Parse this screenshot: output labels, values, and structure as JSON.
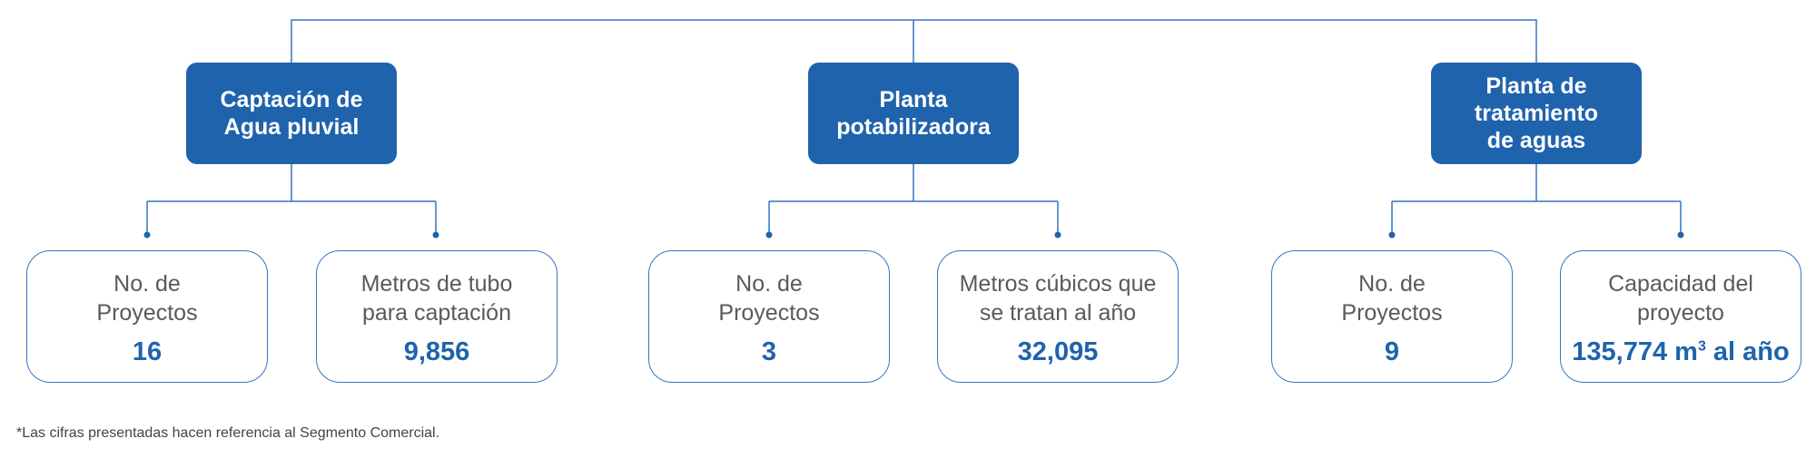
{
  "colors": {
    "primary": "#1f63ad",
    "line": "#3576c2",
    "label_text": "#5a5a5a"
  },
  "categories": [
    {
      "title": "Captación de\nAgua pluvial",
      "metrics": [
        {
          "label": "No. de\nProyectos",
          "value": "16"
        },
        {
          "label": "Metros de tubo\npara captación",
          "value": "9,856"
        }
      ]
    },
    {
      "title": "Planta\npotabilizadora",
      "metrics": [
        {
          "label": "No. de\nProyectos",
          "value": "3"
        },
        {
          "label": "Metros cúbicos que\nse tratan al año",
          "value": "32,095"
        }
      ]
    },
    {
      "title": "Planta de\ntratamiento\nde aguas",
      "metrics": [
        {
          "label": "No. de\nProyectos",
          "value": "9"
        },
        {
          "label": "Capacidad del\nproyecto",
          "value": "135,774 m",
          "value_sup": "3",
          "value_suffix": " al año"
        }
      ]
    }
  ],
  "footnote": "*Las cifras presentadas hacen referencia al Segmento Comercial."
}
